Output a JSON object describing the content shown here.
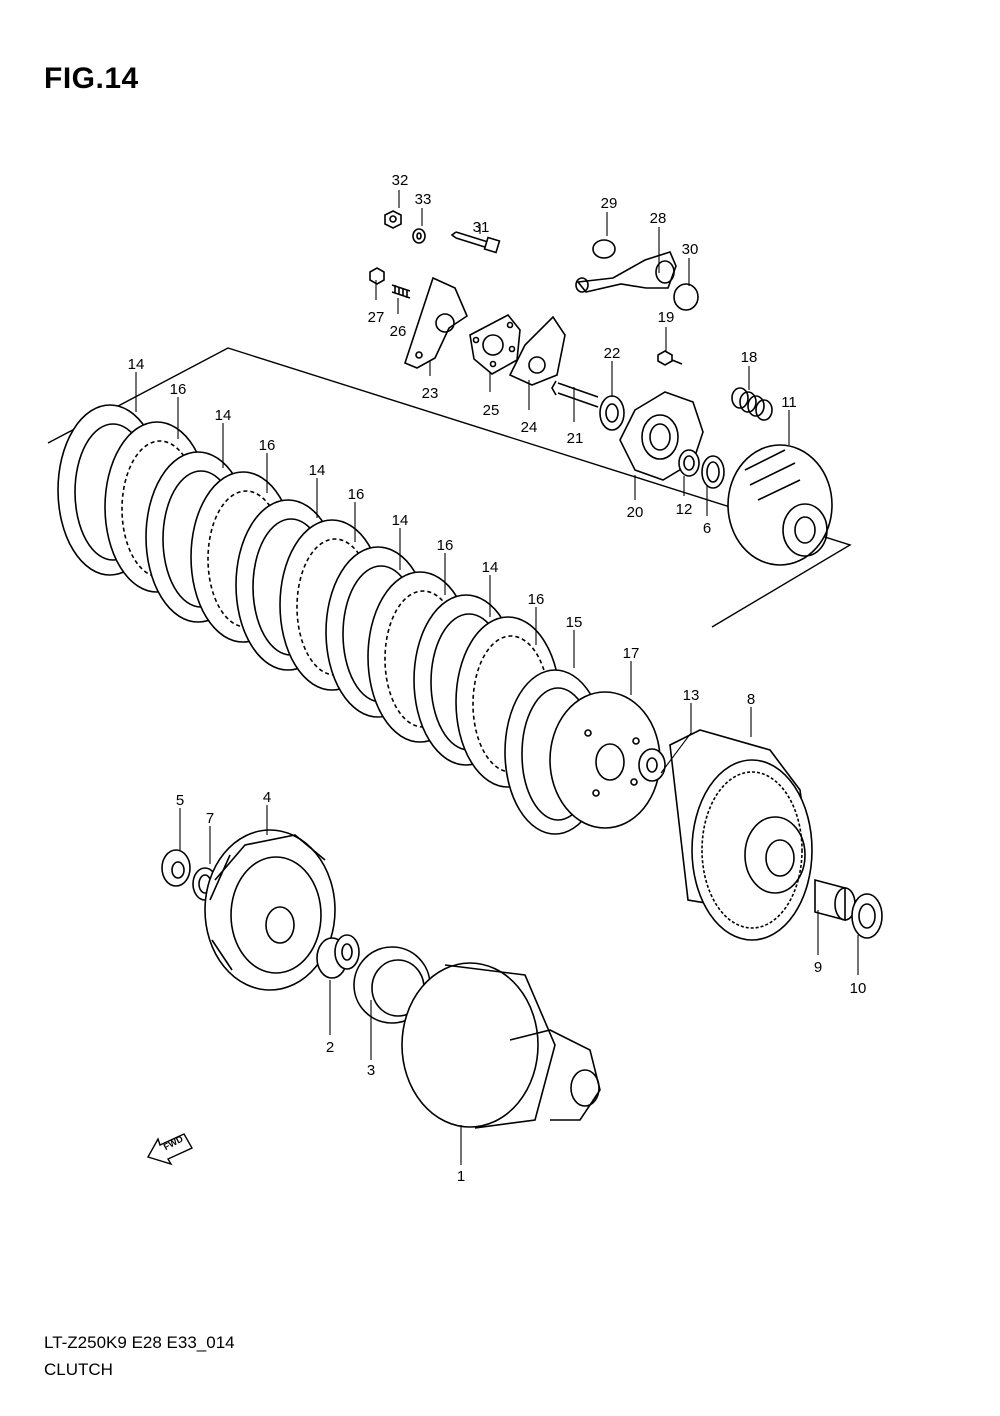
{
  "figure_title": "FIG.14",
  "model_code": "LT-Z250K9 E28 E33_014",
  "section_name": "CLUTCH",
  "fwd_label": "FWD",
  "callouts": [
    {
      "id": "c32",
      "text": "32"
    },
    {
      "id": "c33",
      "text": "33"
    },
    {
      "id": "c31",
      "text": "31"
    },
    {
      "id": "c29",
      "text": "29"
    },
    {
      "id": "c28",
      "text": "28"
    },
    {
      "id": "c30",
      "text": "30"
    },
    {
      "id": "c27",
      "text": "27"
    },
    {
      "id": "c26",
      "text": "26"
    },
    {
      "id": "c19",
      "text": "19"
    },
    {
      "id": "c22",
      "text": "22"
    },
    {
      "id": "c18",
      "text": "18"
    },
    {
      "id": "c23",
      "text": "23"
    },
    {
      "id": "c25",
      "text": "25"
    },
    {
      "id": "c24",
      "text": "24"
    },
    {
      "id": "c21",
      "text": "21"
    },
    {
      "id": "c11",
      "text": "11"
    },
    {
      "id": "c20",
      "text": "20"
    },
    {
      "id": "c12",
      "text": "12"
    },
    {
      "id": "c6",
      "text": "6"
    },
    {
      "id": "c14a",
      "text": "14"
    },
    {
      "id": "c16a",
      "text": "16"
    },
    {
      "id": "c14b",
      "text": "14"
    },
    {
      "id": "c16b",
      "text": "16"
    },
    {
      "id": "c14c",
      "text": "14"
    },
    {
      "id": "c16c",
      "text": "16"
    },
    {
      "id": "c14d",
      "text": "14"
    },
    {
      "id": "c16d",
      "text": "16"
    },
    {
      "id": "c14e",
      "text": "14"
    },
    {
      "id": "c16e",
      "text": "16"
    },
    {
      "id": "c15",
      "text": "15"
    },
    {
      "id": "c17",
      "text": "17"
    },
    {
      "id": "c13",
      "text": "13"
    },
    {
      "id": "c8",
      "text": "8"
    },
    {
      "id": "c5",
      "text": "5"
    },
    {
      "id": "c7",
      "text": "7"
    },
    {
      "id": "c4",
      "text": "4"
    },
    {
      "id": "c2",
      "text": "2"
    },
    {
      "id": "c3",
      "text": "3"
    },
    {
      "id": "c9",
      "text": "9"
    },
    {
      "id": "c10",
      "text": "10"
    },
    {
      "id": "c1",
      "text": "1"
    }
  ]
}
